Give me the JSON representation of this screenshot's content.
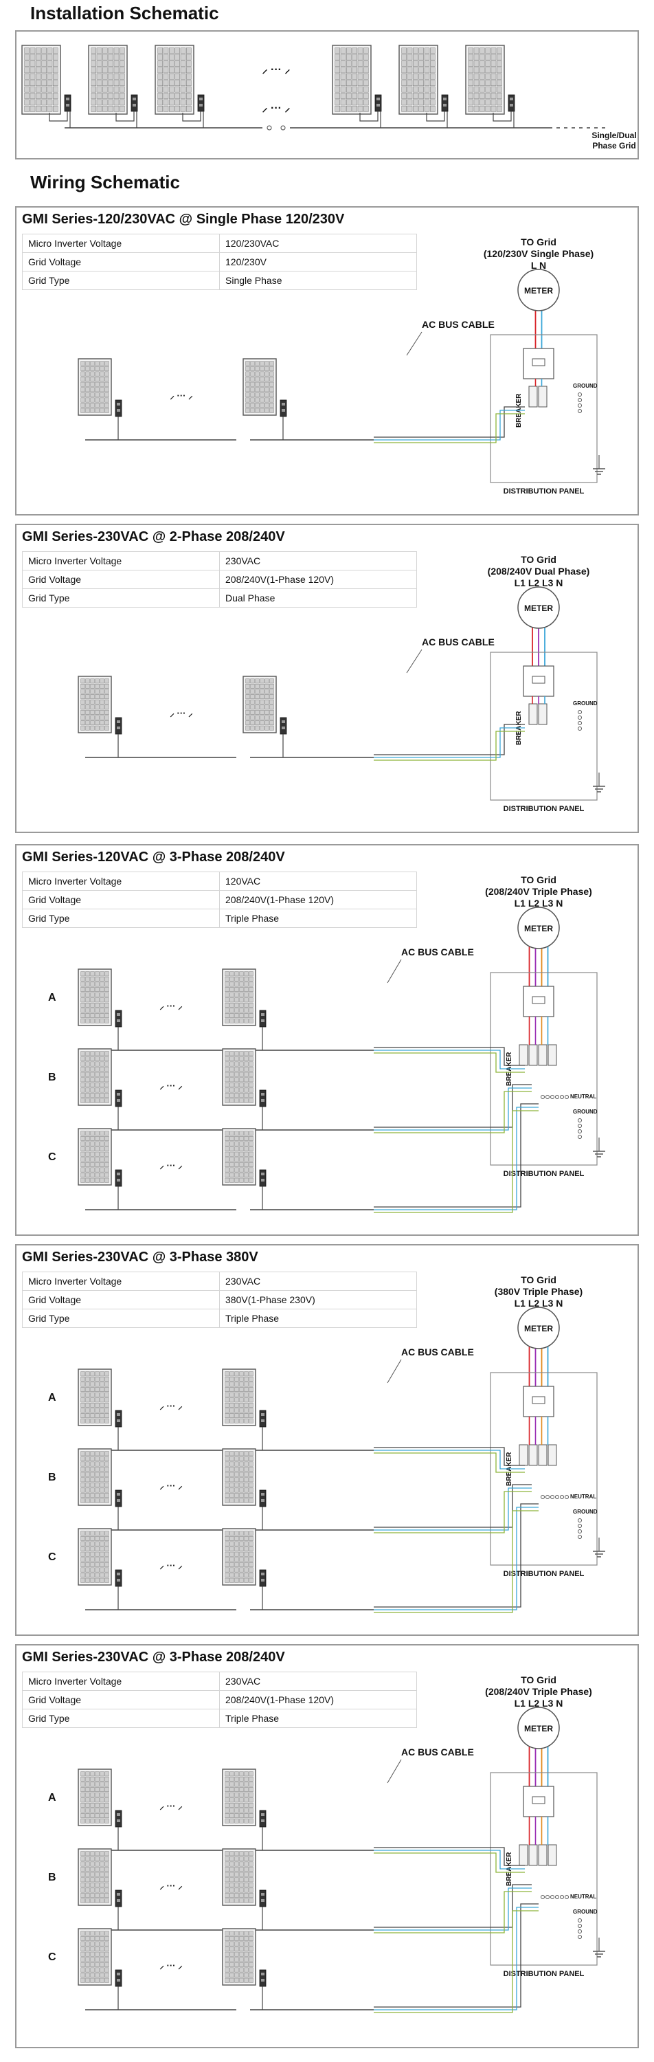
{
  "installation": {
    "title": "Installation Schematic",
    "grid_label_line1": "Single/Dual",
    "grid_label_line2": "Phase Grid"
  },
  "wiring": {
    "title": "Wiring Schematic"
  },
  "labels": {
    "ac_bus_cable": "AC BUS CABLE",
    "meter": "METER",
    "breaker": "BREAKER",
    "ground": "GROUND",
    "neutral": "NEUTRAL",
    "distribution_panel": "DISTRIBUTION PANEL",
    "row_a": "A",
    "row_b": "B",
    "row_c": "C",
    "ellipsis": "···"
  },
  "sections": [
    {
      "title": "GMI Series-120/230VAC @ Single Phase 120/230V",
      "rows": [
        {
          "key": "Micro Inverter Voltage",
          "value": "120/230VAC"
        },
        {
          "key": "Grid  Voltage",
          "value": "120/230V"
        },
        {
          "key": "Grid Type",
          "value": "Single Phase"
        }
      ],
      "to_grid": "TO Grid",
      "grid_spec": "(120/230V Single Phase)",
      "terminals": "L N"
    },
    {
      "title": "GMI Series-230VAC @ 2-Phase 208/240V",
      "rows": [
        {
          "key": "Micro Inverter Voltage",
          "value": "230VAC"
        },
        {
          "key": "Grid  Voltage",
          "value": "208/240V(1-Phase 120V)"
        },
        {
          "key": "Grid Type",
          "value": "Dual Phase"
        }
      ],
      "to_grid": "TO Grid",
      "grid_spec": "(208/240V Dual Phase)",
      "terminals": "L1 L2 L3 N"
    },
    {
      "title": "GMI Series-120VAC @ 3-Phase 208/240V",
      "rows": [
        {
          "key": "Micro Inverter Voltage",
          "value": "120VAC"
        },
        {
          "key": "Grid  Voltage",
          "value": "208/240V(1-Phase 120V)"
        },
        {
          "key": "Grid Type",
          "value": "Triple Phase"
        }
      ],
      "to_grid": "TO Grid",
      "grid_spec": "(208/240V Triple Phase)",
      "terminals": "L1 L2 L3 N"
    },
    {
      "title": "GMI Series-230VAC @ 3-Phase 380V",
      "rows": [
        {
          "key": "Micro Inverter Voltage",
          "value": "230VAC"
        },
        {
          "key": "Grid  Voltage",
          "value": "380V(1-Phase 230V)"
        },
        {
          "key": "Grid Type",
          "value": "Triple Phase"
        }
      ],
      "to_grid": "TO Grid",
      "grid_spec": "(380V Triple Phase)",
      "terminals": "L1 L2 L3 N"
    },
    {
      "title": "GMI Series-230VAC @ 3-Phase 208/240V",
      "rows": [
        {
          "key": "Micro Inverter Voltage",
          "value": "230VAC"
        },
        {
          "key": "Grid  Voltage",
          "value": "208/240V(1-Phase 120V)"
        },
        {
          "key": "Grid Type",
          "value": "Triple Phase"
        }
      ],
      "to_grid": "TO Grid",
      "grid_spec": "(208/240V Triple Phase)",
      "terminals": "L1 L2 L3 N"
    }
  ],
  "colors": {
    "L1": "#d9262b",
    "L2": "#9b2fb5",
    "L3": "#e08a1e",
    "N": "#3aa6d8",
    "ground": "#8db53a",
    "wire": "#444444",
    "frame": "#9a9a9a"
  }
}
